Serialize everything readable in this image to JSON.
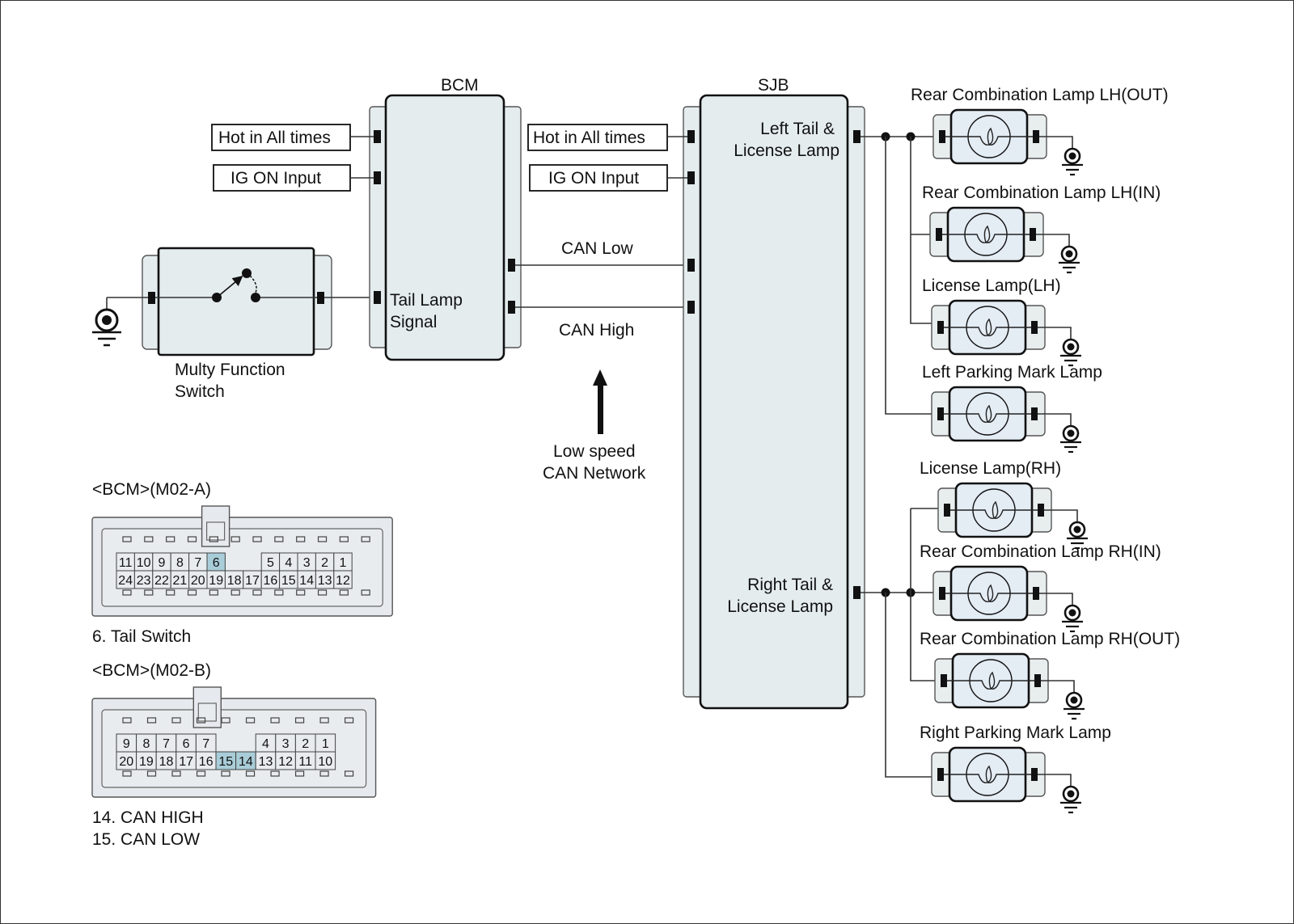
{
  "modules": {
    "bcm": {
      "title": "BCM",
      "inputs": [
        "Hot in All times",
        "IG ON Input"
      ],
      "signal_label": [
        "Tail Lamp",
        "Signal"
      ]
    },
    "sjb": {
      "title": "SJB",
      "inputs": [
        "Hot in All times",
        "IG ON Input"
      ],
      "left_output": [
        "Left Tail &",
        "License Lamp"
      ],
      "right_output": [
        "Right Tail &",
        "License Lamp"
      ]
    },
    "switch": {
      "label": [
        "Multy Function",
        "Switch"
      ]
    }
  },
  "can": {
    "low_label": "CAN Low",
    "high_label": "CAN High",
    "network_label": [
      "Low speed",
      "CAN Network"
    ]
  },
  "lamps_left": [
    "Rear Combination Lamp LH(OUT)",
    "Rear Combination Lamp LH(IN)",
    "License Lamp(LH)",
    "Left Parking Mark Lamp"
  ],
  "lamps_right": [
    "License Lamp(RH)",
    "Rear Combination Lamp RH(IN)",
    "Rear Combination Lamp RH(OUT)",
    "Right Parking Mark Lamp"
  ],
  "connectors": [
    {
      "title": "<BCM>(M02-A)",
      "top_row": [
        "11",
        "10",
        "9",
        "8",
        "7",
        "6",
        "",
        "",
        "5",
        "4",
        "3",
        "2",
        "1"
      ],
      "bottom_row": [
        "24",
        "23",
        "22",
        "21",
        "20",
        "19",
        "18",
        "17",
        "16",
        "15",
        "14",
        "13",
        "12"
      ],
      "highlighted": [
        "6"
      ],
      "notes": [
        "6. Tail Switch"
      ]
    },
    {
      "title": "<BCM>(M02-B)",
      "top_row": [
        "9",
        "8",
        "7",
        "6",
        "7",
        "",
        "",
        "4",
        "3",
        "2",
        "1"
      ],
      "bottom_row": [
        "20",
        "19",
        "18",
        "17",
        "16",
        "15",
        "14",
        "13",
        "12",
        "11",
        "10"
      ],
      "highlighted": [
        "15",
        "14"
      ],
      "notes": [
        "14. CAN HIGH",
        "15. CAN LOW"
      ]
    }
  ],
  "colors": {
    "module_fill": "#e4ecee",
    "lamp_fill": "#e4ecf4",
    "pin_highlight": "#a9cdd8"
  }
}
